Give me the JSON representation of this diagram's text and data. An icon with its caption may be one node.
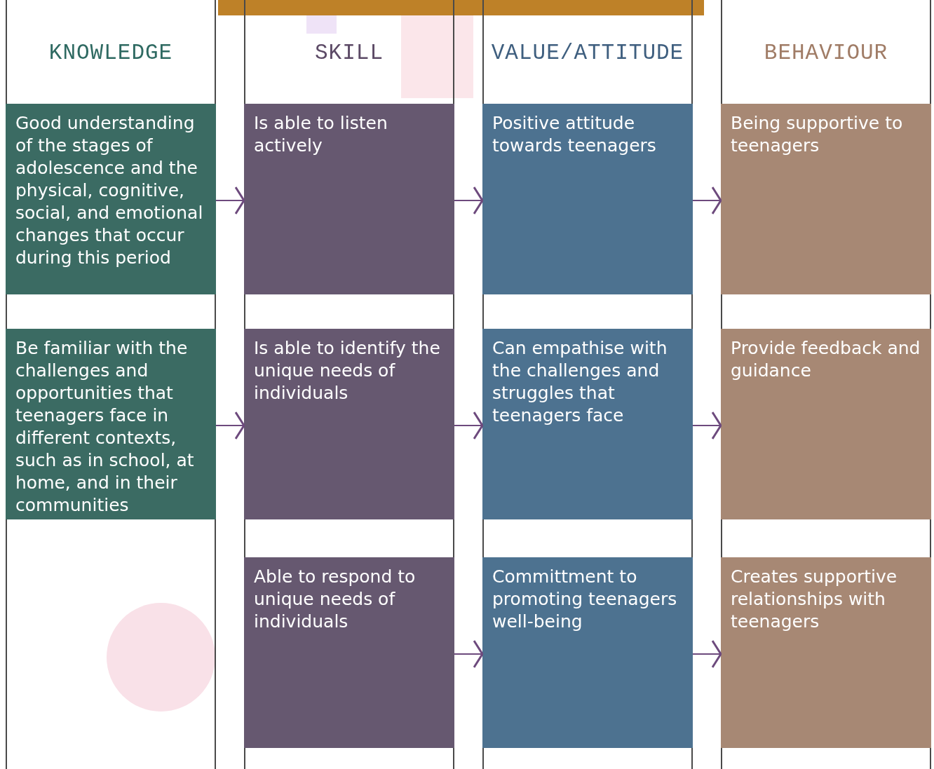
{
  "diagram": {
    "nodes": [
      {
        "text": [
          "KNOWLEDGE"
        ]
      },
      {
        "text": [
          "Good understanding of the stages of adolescence and the physical, cognitive, social, and emotional changes that occur during this period"
        ],
        "in": 0
      },
      {
        "text": [
          "Be familiar with the challenges and opportunities that teenagers face in different contexts, such as in school, at home, and in their communities"
        ],
        "in": 0
      },
      {
        "text": [
          "SKILL"
        ]
      },
      {
        "text": [
          "Is able to listen actively"
        ],
        "in": 3
      },
      {
        "text": [
          "Is able to identify the unique needs of individuals"
        ],
        "in": 3
      },
      {
        "text": [
          "Able to respond to unique needs of individuals"
        ],
        "in": 3
      },
      {
        "text": [
          "VALUE/ATTITUDE"
        ]
      },
      {
        "text": [
          "Positive attitude towards teenagers"
        ],
        "in": 7
      },
      {
        "text": [
          "Can empathise with the challenges and struggles that teenagers face"
        ],
        "in": 7
      },
      {
        "text": [
          "Committment to promoting teenagers well-being"
        ],
        "in": 7
      },
      {
        "text": [
          "BEHAVIOUR"
        ]
      },
      {
        "text": [
          "Being supportive to teenagers"
        ],
        "in": 11
      },
      {
        "text": [
          "Provide feedback and guidance"
        ],
        "in": 11
      },
      {
        "text": [
          "Creates supportive relationships with teenagers"
        ],
        "in": 11
      }
    ],
    "edges": [
      {
        "from": 1,
        "to": 4,
        "arrow": "to"
      },
      {
        "from": 4,
        "to": 8,
        "arrow": "to"
      },
      {
        "from": 8,
        "to": 12,
        "arrow": "to"
      },
      {
        "from": 2,
        "to": 5,
        "arrow": "to"
      },
      {
        "from": 5,
        "to": 9,
        "arrow": "to"
      },
      {
        "from": 9,
        "to": 13,
        "arrow": "to"
      },
      {
        "from": 6,
        "to": 10,
        "arrow": "to"
      },
      {
        "from": 10,
        "to": 14,
        "arrow": "to"
      }
    ]
  }
}
